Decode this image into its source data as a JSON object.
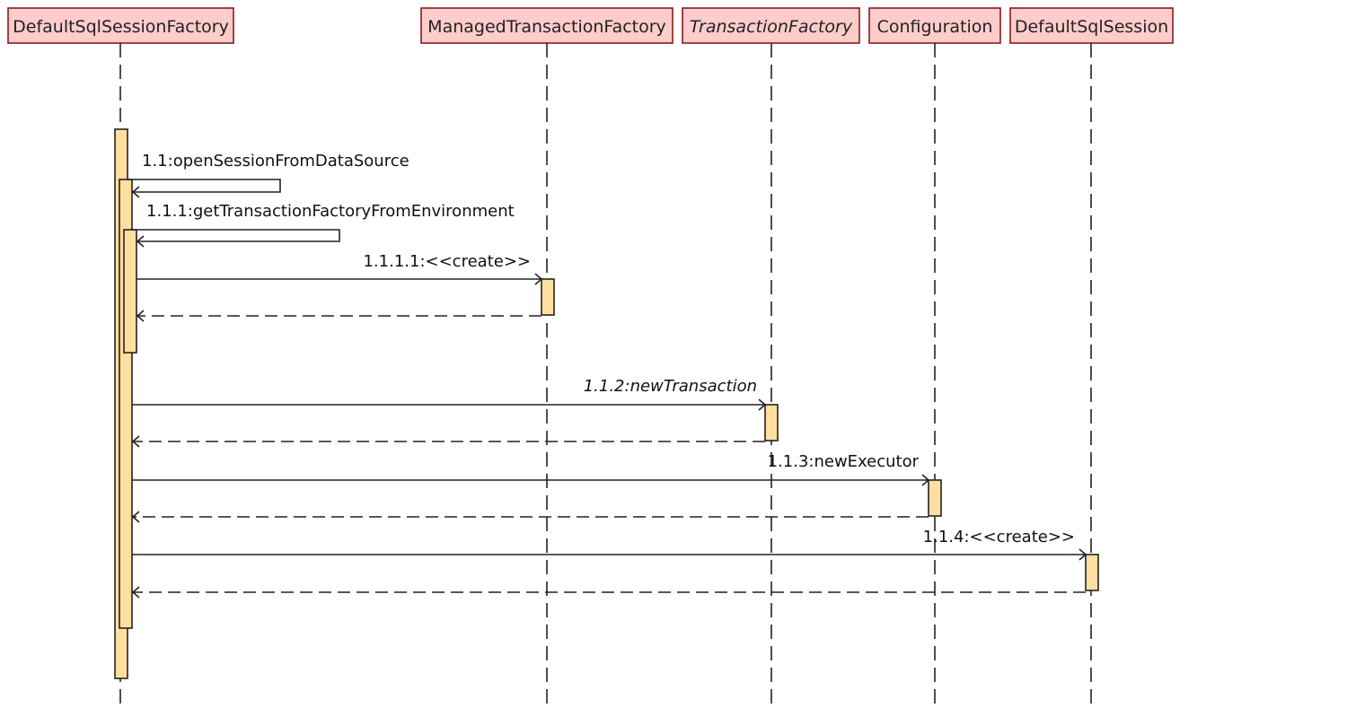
{
  "colors": {
    "header_fill": "#ffcccc",
    "header_border": "#8b1a1a",
    "activation_fill": "#ffdf9f"
  },
  "participants": [
    {
      "name": "DefaultSqlSessionFactory",
      "italic": false
    },
    {
      "name": "ManagedTransactionFactory",
      "italic": false
    },
    {
      "name": "TransactionFactory",
      "italic": true
    },
    {
      "name": "Configuration",
      "italic": false
    },
    {
      "name": "DefaultSqlSession",
      "italic": false
    }
  ],
  "messages": [
    {
      "label": "1.1:openSessionFromDataSource",
      "italic": false
    },
    {
      "label": "1.1.1:getTransactionFactoryFromEnvironment",
      "italic": false
    },
    {
      "label": "1.1.1.1:<<create>>",
      "italic": false
    },
    {
      "label": "1.1.2:newTransaction",
      "italic": true
    },
    {
      "label": "1.1.3:newExecutor",
      "italic": false
    },
    {
      "label": "1.1.4:<<create>>",
      "italic": false
    }
  ]
}
